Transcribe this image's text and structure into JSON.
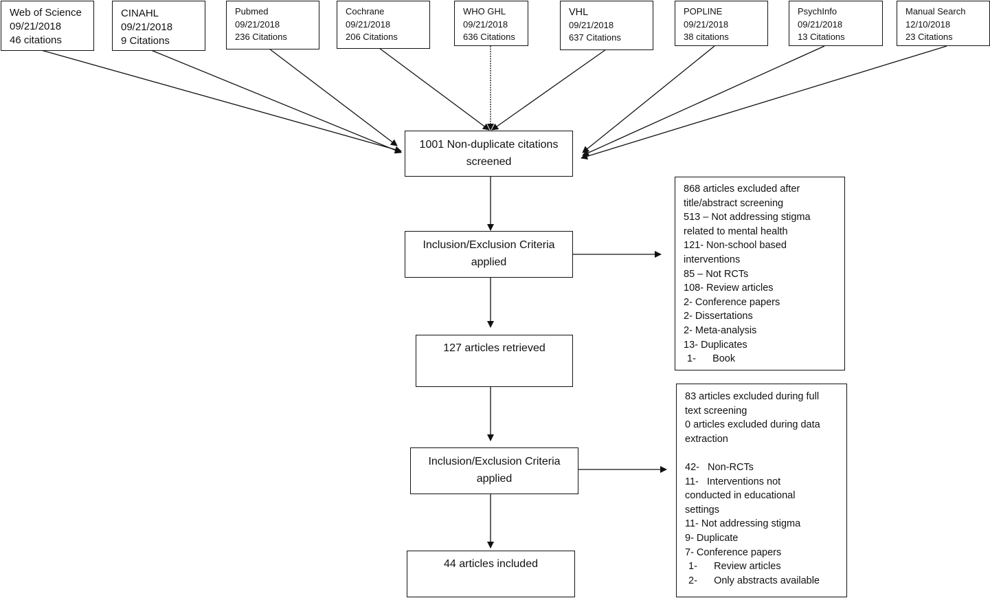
{
  "sources": [
    {
      "name": "Web of Science",
      "date": "09/21/2018",
      "count": "46 citations"
    },
    {
      "name": "CINAHL",
      "date": "09/21/2018",
      "count": "9 Citations"
    },
    {
      "name": "Pubmed",
      "date": "09/21/2018",
      "count": "236 Citations"
    },
    {
      "name": "Cochrane",
      "date": "09/21/2018",
      "count": "206 Citations"
    },
    {
      "name": "WHO GHL",
      "date": "09/21/2018",
      "count": "636 Citations"
    },
    {
      "name": "VHL",
      "date": "09/21/2018",
      "count": "637 Citations"
    },
    {
      "name": "POPLINE",
      "date": "09/21/2018",
      "count": "38 citations"
    },
    {
      "name": "PsychInfo",
      "date": "09/21/2018",
      "count": "13 Citations"
    },
    {
      "name": "Manual Search",
      "date": "12/10/2018",
      "count": "23 Citations"
    }
  ],
  "screened": {
    "line1": "1001 Non-duplicate citations",
    "line2": "screened"
  },
  "criteria1": {
    "line1": "Inclusion/Exclusion Criteria",
    "line2": "applied"
  },
  "retrieved": {
    "label": "127 articles retrieved"
  },
  "criteria2": {
    "line1": "Inclusion/Exclusion Criteria",
    "line2": "applied"
  },
  "included": {
    "label": "44 articles included"
  },
  "exclusion1": {
    "lines": [
      "868 articles excluded after",
      "title/abstract screening",
      "513 – Not addressing stigma",
      "related to mental health",
      "121- Non-school based",
      "interventions",
      "85 – Not RCTs",
      "108- Review articles",
      "2- Conference papers",
      "2- Dissertations",
      "2- Meta-analysis",
      "13- Duplicates",
      "1-      Book"
    ]
  },
  "exclusion2": {
    "lines": [
      "83 articles excluded during full",
      "text screening",
      "0 articles excluded during data",
      "extraction",
      "",
      "42-   Non-RCTs",
      "11-   Interventions not",
      "conducted in educational",
      "settings",
      "11- Not addressing stigma",
      "9- Duplicate",
      "7- Conference papers",
      "1-      Review articles",
      "2-      Only abstracts available"
    ]
  }
}
